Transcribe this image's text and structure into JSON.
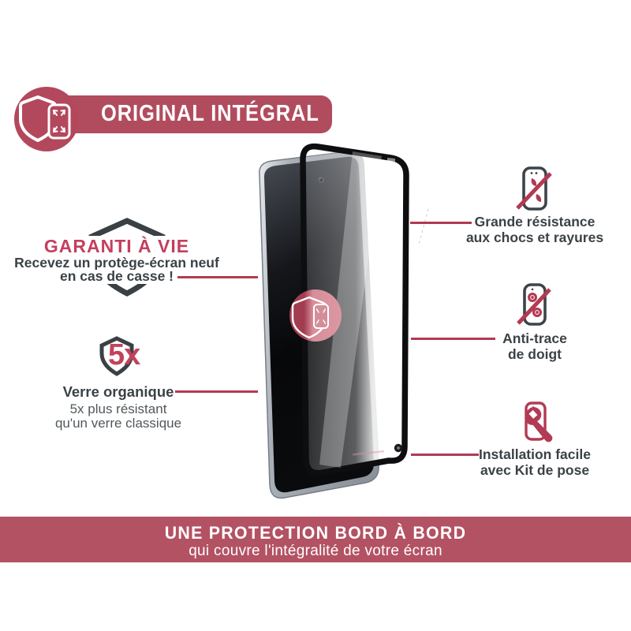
{
  "header": {
    "title": "ORIGINAL INTÉGRAL",
    "logo_icon": "shield-phone-icon"
  },
  "left": {
    "warranty": {
      "icon": "shield-outline-icon",
      "title": "GARANTI À VIE",
      "line1": "Recevez un protège-écran neuf",
      "line2": "en cas de casse !"
    },
    "glass": {
      "icon": "shield-5x-icon",
      "badge": "5x",
      "title": "Verre organique",
      "line1": "5x plus résistant",
      "line2": "qu'un verre classique"
    }
  },
  "right": {
    "features": [
      {
        "icon": "phone-scratch-icon",
        "line1": "Grande résistance",
        "line2": "aux chocs et rayures"
      },
      {
        "icon": "phone-fingerprint-icon",
        "line1": "Anti-trace",
        "line2": "de doigt"
      },
      {
        "icon": "phone-wrench-icon",
        "line1": "Installation facile",
        "line2": "avec Kit de pose"
      }
    ]
  },
  "center": {
    "badge_icon": "shield-phone-watermark-icon",
    "product": "phone-with-screen-protector"
  },
  "footer": {
    "title": "UNE PROTECTION BORD À BORD",
    "subtitle": "qui couvre l'intégralité de votre écran"
  },
  "colors": {
    "brand_red": "#b14c5e",
    "accent_red": "#b23a52",
    "crimson_text": "#c43e5e",
    "charcoal": "#3b4246",
    "footer_red": "#b35263"
  }
}
